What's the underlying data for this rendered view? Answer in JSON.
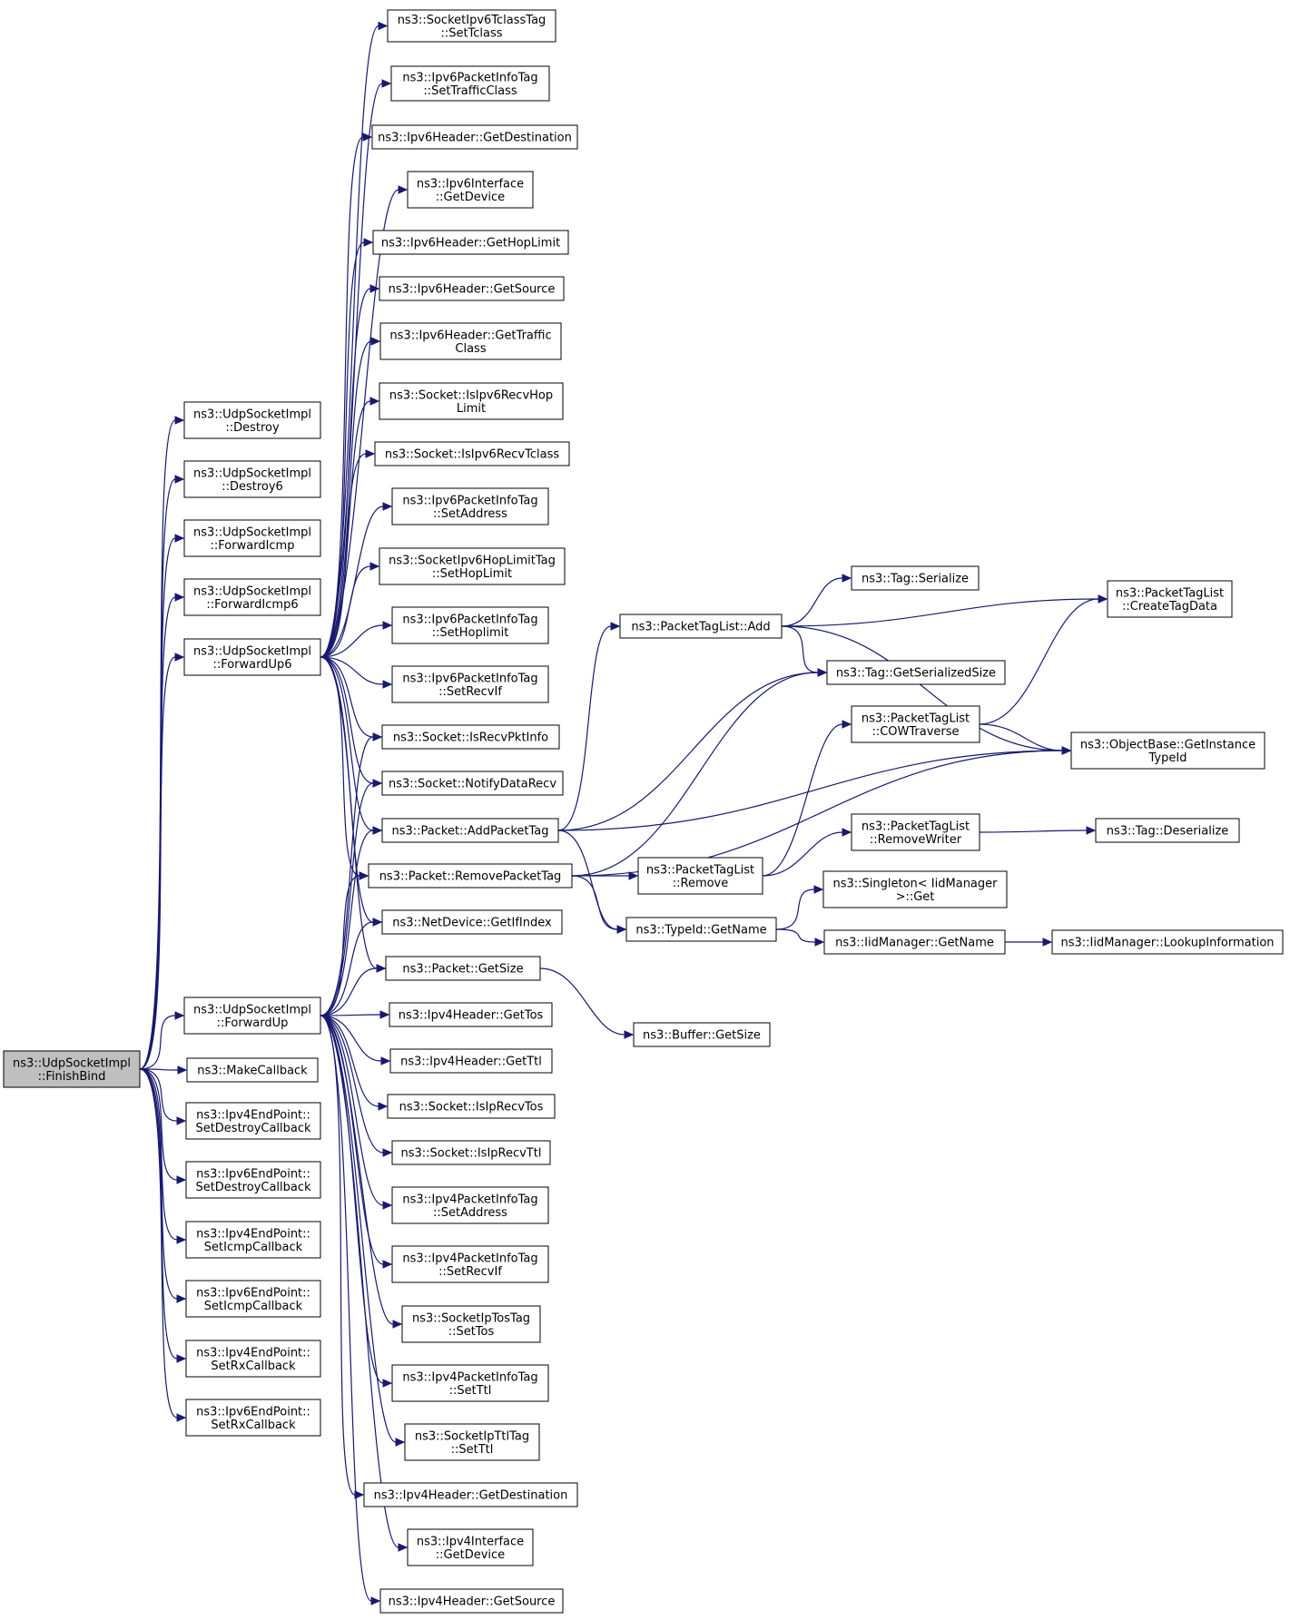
{
  "colors": {
    "edge": "#191970",
    "root_fill": "#bfbfbf",
    "node_fill": "#ffffff",
    "node_border": "#000000"
  },
  "nodes": [
    {
      "id": "root",
      "lines": [
        "ns3::UdpSocketImpl",
        "::FinishBind"
      ],
      "root": true
    },
    {
      "id": "destroy",
      "lines": [
        "ns3::UdpSocketImpl",
        "::Destroy"
      ]
    },
    {
      "id": "destroy6",
      "lines": [
        "ns3::UdpSocketImpl",
        "::Destroy6"
      ]
    },
    {
      "id": "fwdicmp",
      "lines": [
        "ns3::UdpSocketImpl",
        "::ForwardIcmp"
      ]
    },
    {
      "id": "fwdicmp6",
      "lines": [
        "ns3::UdpSocketImpl",
        "::ForwardIcmp6"
      ]
    },
    {
      "id": "fwdup6",
      "lines": [
        "ns3::UdpSocketImpl",
        "::ForwardUp6"
      ]
    },
    {
      "id": "fwdup",
      "lines": [
        "ns3::UdpSocketImpl",
        "::ForwardUp"
      ]
    },
    {
      "id": "makecb",
      "lines": [
        "ns3::MakeCallback"
      ]
    },
    {
      "id": "ep4destroy",
      "lines": [
        "ns3::Ipv4EndPoint::",
        "SetDestroyCallback"
      ]
    },
    {
      "id": "ep6destroy",
      "lines": [
        "ns3::Ipv6EndPoint::",
        "SetDestroyCallback"
      ]
    },
    {
      "id": "ep4icmp",
      "lines": [
        "ns3::Ipv4EndPoint::",
        "SetIcmpCallback"
      ]
    },
    {
      "id": "ep6icmp",
      "lines": [
        "ns3::Ipv6EndPoint::",
        "SetIcmpCallback"
      ]
    },
    {
      "id": "ep4rx",
      "lines": [
        "ns3::Ipv4EndPoint::",
        "SetRxCallback"
      ]
    },
    {
      "id": "ep6rx",
      "lines": [
        "ns3::Ipv6EndPoint::",
        "SetRxCallback"
      ]
    },
    {
      "id": "t6tclass",
      "lines": [
        "ns3::SocketIpv6TclassTag",
        "::SetTclass"
      ]
    },
    {
      "id": "pi6tc",
      "lines": [
        "ns3::Ipv6PacketInfoTag",
        "::SetTrafficClass"
      ]
    },
    {
      "id": "h6dst",
      "lines": [
        "ns3::Ipv6Header::GetDestination"
      ]
    },
    {
      "id": "if6dev",
      "lines": [
        "ns3::Ipv6Interface",
        "::GetDevice"
      ]
    },
    {
      "id": "h6hop",
      "lines": [
        "ns3::Ipv6Header::GetHopLimit"
      ]
    },
    {
      "id": "h6src",
      "lines": [
        "ns3::Ipv6Header::GetSource"
      ]
    },
    {
      "id": "h6tc",
      "lines": [
        "ns3::Ipv6Header::GetTraffic",
        "Class"
      ]
    },
    {
      "id": "s6hop",
      "lines": [
        "ns3::Socket::IsIpv6RecvHop",
        "Limit"
      ]
    },
    {
      "id": "s6tc",
      "lines": [
        "ns3::Socket::IsIpv6RecvTclass"
      ]
    },
    {
      "id": "pi6addr",
      "lines": [
        "ns3::Ipv6PacketInfoTag",
        "::SetAddress"
      ]
    },
    {
      "id": "t6hop",
      "lines": [
        "ns3::SocketIpv6HopLimitTag",
        "::SetHopLimit"
      ]
    },
    {
      "id": "pi6hop",
      "lines": [
        "ns3::Ipv6PacketInfoTag",
        "::SetHoplimit"
      ]
    },
    {
      "id": "pi6rif",
      "lines": [
        "ns3::Ipv6PacketInfoTag",
        "::SetRecvIf"
      ]
    },
    {
      "id": "recvpkt",
      "lines": [
        "ns3::Socket::IsRecvPktInfo"
      ]
    },
    {
      "id": "notify",
      "lines": [
        "ns3::Socket::NotifyDataRecv"
      ]
    },
    {
      "id": "addtag",
      "lines": [
        "ns3::Packet::AddPacketTag"
      ]
    },
    {
      "id": "rmtag",
      "lines": [
        "ns3::Packet::RemovePacketTag"
      ]
    },
    {
      "id": "getifidx",
      "lines": [
        "ns3::NetDevice::GetIfIndex"
      ]
    },
    {
      "id": "getsize",
      "lines": [
        "ns3::Packet::GetSize"
      ]
    },
    {
      "id": "h4tos",
      "lines": [
        "ns3::Ipv4Header::GetTos"
      ]
    },
    {
      "id": "h4ttl",
      "lines": [
        "ns3::Ipv4Header::GetTtl"
      ]
    },
    {
      "id": "iptos",
      "lines": [
        "ns3::Socket::IsIpRecvTos"
      ]
    },
    {
      "id": "ipttl",
      "lines": [
        "ns3::Socket::IsIpRecvTtl"
      ]
    },
    {
      "id": "pi4addr",
      "lines": [
        "ns3::Ipv4PacketInfoTag",
        "::SetAddress"
      ]
    },
    {
      "id": "pi4rif",
      "lines": [
        "ns3::Ipv4PacketInfoTag",
        "::SetRecvIf"
      ]
    },
    {
      "id": "tostag",
      "lines": [
        "ns3::SocketIpTosTag",
        "::SetTos"
      ]
    },
    {
      "id": "pi4ttl",
      "lines": [
        "ns3::Ipv4PacketInfoTag",
        "::SetTtl"
      ]
    },
    {
      "id": "ttltag",
      "lines": [
        "ns3::SocketIpTtlTag",
        "::SetTtl"
      ]
    },
    {
      "id": "h4dst",
      "lines": [
        "ns3::Ipv4Header::GetDestination"
      ]
    },
    {
      "id": "if4dev",
      "lines": [
        "ns3::Ipv4Interface",
        "::GetDevice"
      ]
    },
    {
      "id": "h4src",
      "lines": [
        "ns3::Ipv4Header::GetSource"
      ]
    },
    {
      "id": "ptladd",
      "lines": [
        "ns3::PacketTagList::Add"
      ]
    },
    {
      "id": "tagser",
      "lines": [
        "ns3::Tag::Serialize"
      ]
    },
    {
      "id": "tagsz",
      "lines": [
        "ns3::Tag::GetSerializedSize"
      ]
    },
    {
      "id": "cow",
      "lines": [
        "ns3::PacketTagList",
        "::COWTraverse"
      ]
    },
    {
      "id": "rmwriter",
      "lines": [
        "ns3::PacketTagList",
        "::RemoveWriter"
      ]
    },
    {
      "id": "ptlrm",
      "lines": [
        "ns3::PacketTagList",
        "::Remove"
      ]
    },
    {
      "id": "getname",
      "lines": [
        "ns3::TypeId::GetName"
      ]
    },
    {
      "id": "bufsize",
      "lines": [
        "ns3::Buffer::GetSize"
      ]
    },
    {
      "id": "createtag",
      "lines": [
        "ns3::PacketTagList",
        "::CreateTagData"
      ]
    },
    {
      "id": "instid",
      "lines": [
        "ns3::ObjectBase::GetInstance",
        "TypeId"
      ]
    },
    {
      "id": "tagdeser",
      "lines": [
        "ns3::Tag::Deserialize"
      ]
    },
    {
      "id": "singleton",
      "lines": [
        "ns3::Singleton< IidManager",
        ">::Get"
      ]
    },
    {
      "id": "iidname",
      "lines": [
        "ns3::IidManager::GetName"
      ]
    },
    {
      "id": "lookup",
      "lines": [
        "ns3::IidManager::LookupInformation"
      ]
    }
  ],
  "edges": [
    [
      "root",
      "destroy"
    ],
    [
      "root",
      "destroy6"
    ],
    [
      "root",
      "fwdicmp"
    ],
    [
      "root",
      "fwdicmp6"
    ],
    [
      "root",
      "fwdup6"
    ],
    [
      "root",
      "fwdup"
    ],
    [
      "root",
      "makecb"
    ],
    [
      "root",
      "ep4destroy"
    ],
    [
      "root",
      "ep6destroy"
    ],
    [
      "root",
      "ep4icmp"
    ],
    [
      "root",
      "ep6icmp"
    ],
    [
      "root",
      "ep4rx"
    ],
    [
      "root",
      "ep6rx"
    ],
    [
      "fwdup6",
      "t6tclass"
    ],
    [
      "fwdup6",
      "pi6tc"
    ],
    [
      "fwdup6",
      "h6dst"
    ],
    [
      "fwdup6",
      "if6dev"
    ],
    [
      "fwdup6",
      "h6hop"
    ],
    [
      "fwdup6",
      "h6src"
    ],
    [
      "fwdup6",
      "h6tc"
    ],
    [
      "fwdup6",
      "s6hop"
    ],
    [
      "fwdup6",
      "s6tc"
    ],
    [
      "fwdup6",
      "pi6addr"
    ],
    [
      "fwdup6",
      "t6hop"
    ],
    [
      "fwdup6",
      "pi6hop"
    ],
    [
      "fwdup6",
      "pi6rif"
    ],
    [
      "fwdup6",
      "recvpkt"
    ],
    [
      "fwdup6",
      "notify"
    ],
    [
      "fwdup6",
      "addtag"
    ],
    [
      "fwdup6",
      "rmtag"
    ],
    [
      "fwdup6",
      "getifidx"
    ],
    [
      "fwdup6",
      "getsize"
    ],
    [
      "fwdup",
      "recvpkt"
    ],
    [
      "fwdup",
      "notify"
    ],
    [
      "fwdup",
      "addtag"
    ],
    [
      "fwdup",
      "rmtag"
    ],
    [
      "fwdup",
      "getifidx"
    ],
    [
      "fwdup",
      "getsize"
    ],
    [
      "fwdup",
      "h4tos"
    ],
    [
      "fwdup",
      "h4ttl"
    ],
    [
      "fwdup",
      "iptos"
    ],
    [
      "fwdup",
      "ipttl"
    ],
    [
      "fwdup",
      "pi4addr"
    ],
    [
      "fwdup",
      "pi4rif"
    ],
    [
      "fwdup",
      "tostag"
    ],
    [
      "fwdup",
      "pi4ttl"
    ],
    [
      "fwdup",
      "ttltag"
    ],
    [
      "fwdup",
      "h4dst"
    ],
    [
      "fwdup",
      "if4dev"
    ],
    [
      "fwdup",
      "h4src"
    ],
    [
      "addtag",
      "ptladd"
    ],
    [
      "addtag",
      "tagsz"
    ],
    [
      "addtag",
      "instid"
    ],
    [
      "addtag",
      "getname"
    ],
    [
      "rmtag",
      "tagsz"
    ],
    [
      "rmtag",
      "ptlrm"
    ],
    [
      "rmtag",
      "getname"
    ],
    [
      "rmtag",
      "instid"
    ],
    [
      "getsize",
      "bufsize"
    ],
    [
      "ptladd",
      "createtag"
    ],
    [
      "ptladd",
      "tagser"
    ],
    [
      "ptladd",
      "tagsz"
    ],
    [
      "ptladd",
      "instid"
    ],
    [
      "cow",
      "createtag"
    ],
    [
      "cow",
      "instid"
    ],
    [
      "ptlrm",
      "cow"
    ],
    [
      "ptlrm",
      "rmwriter"
    ],
    [
      "rmwriter",
      "tagdeser"
    ],
    [
      "getname",
      "singleton"
    ],
    [
      "getname",
      "iidname"
    ],
    [
      "iidname",
      "lookup"
    ]
  ]
}
